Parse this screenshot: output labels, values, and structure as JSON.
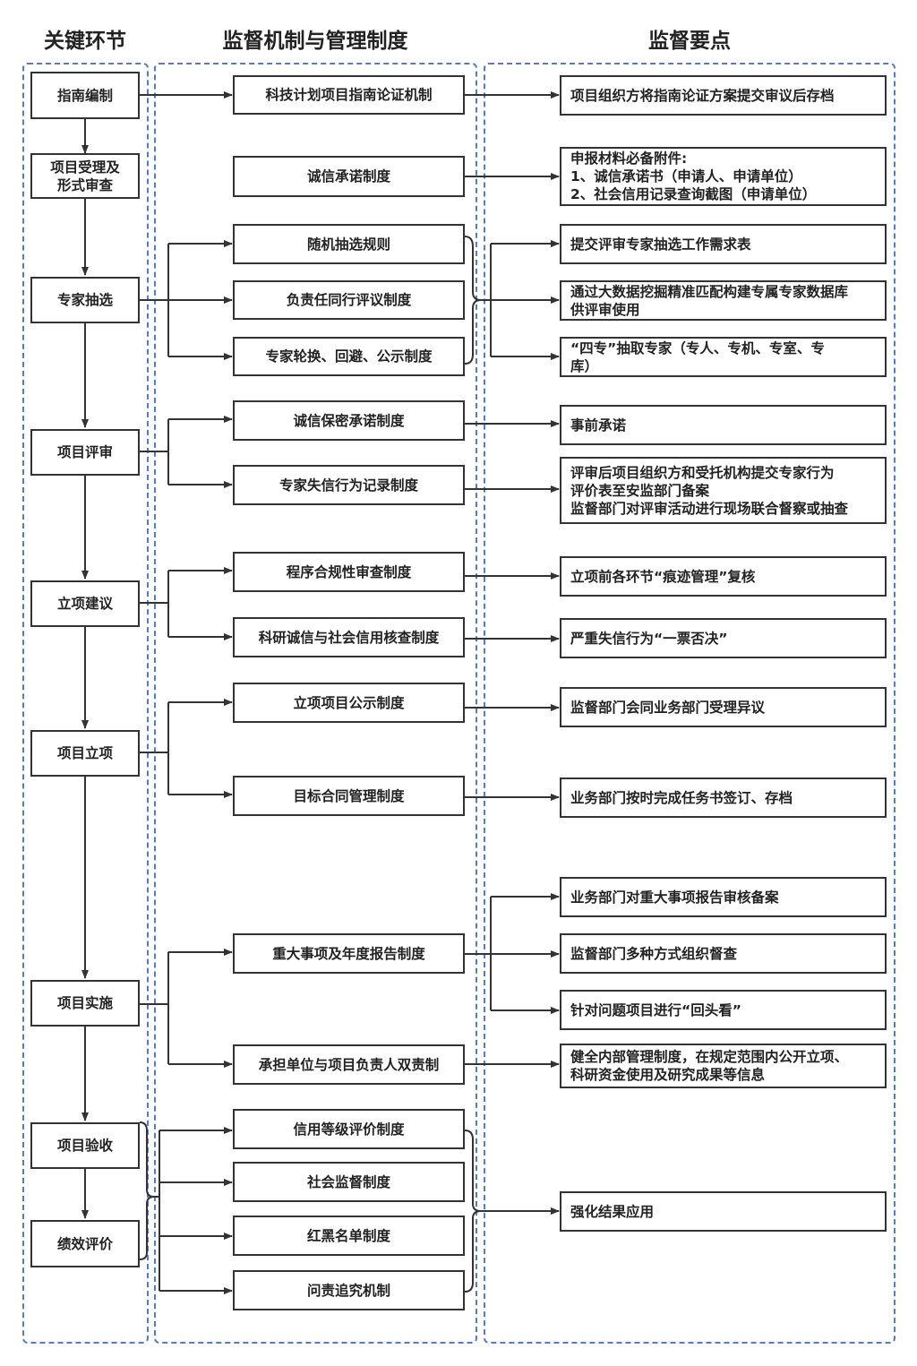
{
  "titles": {
    "stages": "关键环节",
    "mechanisms": "监督机制与管理制度",
    "points": "监督要点"
  },
  "stages": [
    {
      "label": "指南编制"
    },
    {
      "label": "项目受理及\n形式审查"
    },
    {
      "label": "专家抽选"
    },
    {
      "label": "项目评审"
    },
    {
      "label": "立项建议"
    },
    {
      "label": "项目立项"
    },
    {
      "label": "项目实施"
    },
    {
      "label": "项目验收"
    },
    {
      "label": "绩效评价"
    }
  ],
  "mechanisms": [
    {
      "label": "科技计划项目指南论证机制"
    },
    {
      "label": "诚信承诺制度"
    },
    {
      "label": "随机抽选规则"
    },
    {
      "label": "负责任同行评议制度"
    },
    {
      "label": "专家轮换、回避、公示制度"
    },
    {
      "label": "诚信保密承诺制度"
    },
    {
      "label": "专家失信行为记录制度"
    },
    {
      "label": "程序合规性审查制度"
    },
    {
      "label": "科研诚信与社会信用核查制度"
    },
    {
      "label": "立项项目公示制度"
    },
    {
      "label": "目标合同管理制度"
    },
    {
      "label": "重大事项及年度报告制度"
    },
    {
      "label": "承担单位与项目负责人双责制"
    },
    {
      "label": "信用等级评价制度"
    },
    {
      "label": "社会监督制度"
    },
    {
      "label": "红黑名单制度"
    },
    {
      "label": "问责追究机制"
    }
  ],
  "points": [
    {
      "label": "项目组织方将指南论证方案提交审议后存档"
    },
    {
      "label": "申报材料必备附件:\n1、诚信承诺书（申请人、申请单位）\n2、社会信用记录查询截图（申请单位）"
    },
    {
      "label": "提交评审专家抽选工作需求表"
    },
    {
      "label": "通过大数据挖掘精准匹配构建专属专家数据库\n供评审使用"
    },
    {
      "label": "“四专”抽取专家（专人、专机、专室、专\n库）"
    },
    {
      "label": "事前承诺"
    },
    {
      "label": "评审后项目组织方和受托机构提交专家行为\n评价表至安监部门备案\n监督部门对评审活动进行现场联合督察或抽查"
    },
    {
      "label": "立项前各环节“痕迹管理”复核"
    },
    {
      "label": "严重失信行为“一票否决”"
    },
    {
      "label": "监督部门会同业务部门受理异议"
    },
    {
      "label": "业务部门按时完成任务书签订、存档"
    },
    {
      "label": "业务部门对重大事项报告审核备案"
    },
    {
      "label": "监督部门多种方式组织督查"
    },
    {
      "label": "针对问题项目进行“回头看”"
    },
    {
      "label": "健全内部管理制度，在规定范围内公开立项、\n科研资金使用及研究成果等信息"
    },
    {
      "label": "强化结果应用"
    }
  ],
  "colors": {
    "frame": "#4f7bd6",
    "line": "#333333"
  }
}
